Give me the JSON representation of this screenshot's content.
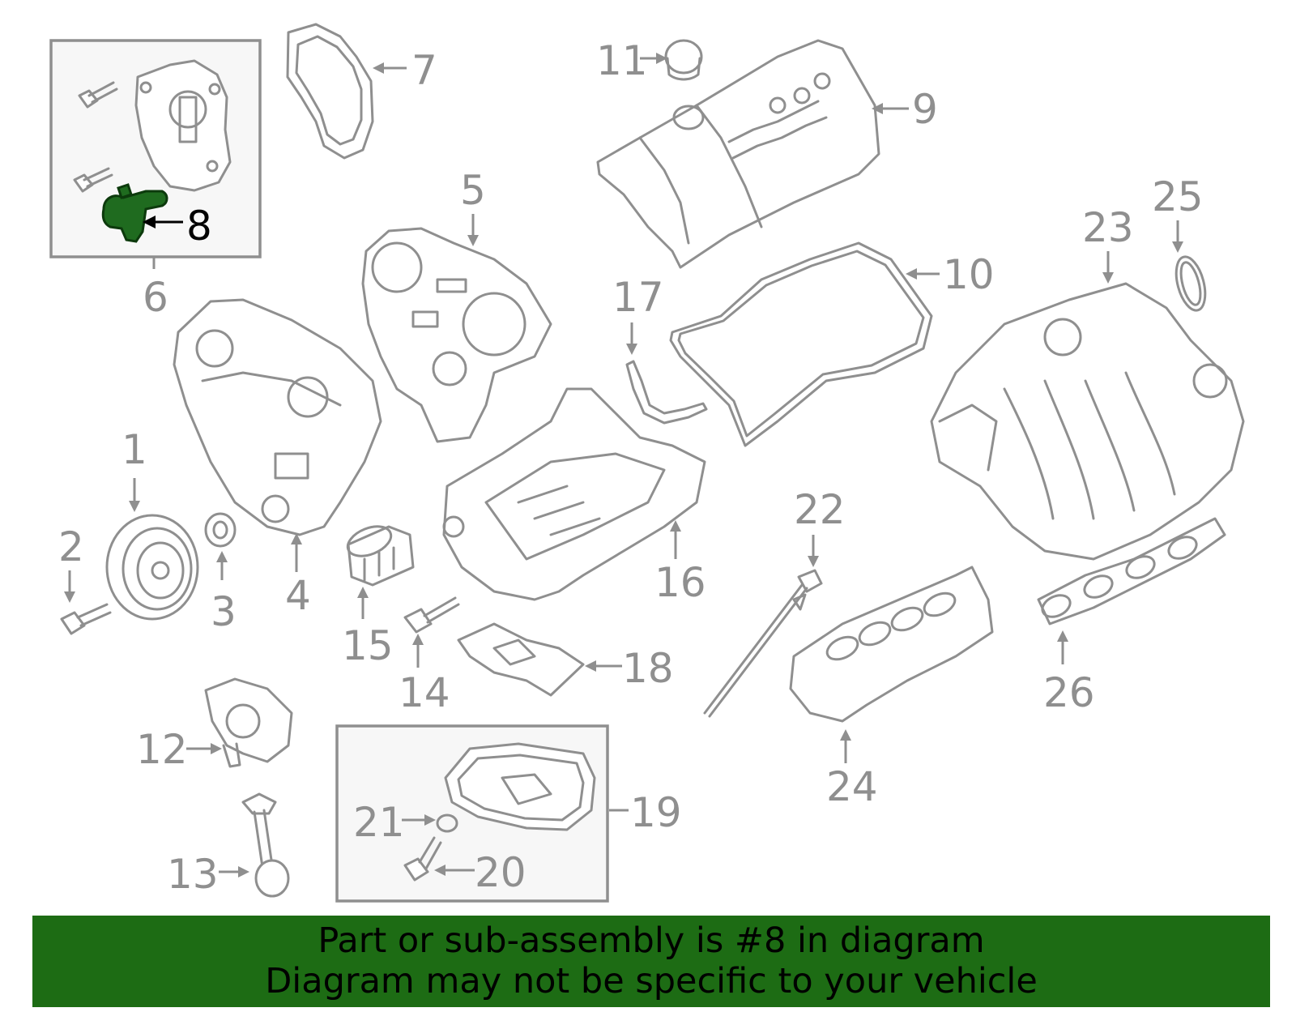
{
  "callouts": {
    "c1": "1",
    "c2": "2",
    "c3": "3",
    "c4": "4",
    "c5": "5",
    "c6": "6",
    "c7": "7",
    "c8": "8",
    "c9": "9",
    "c10": "10",
    "c11": "11",
    "c12": "12",
    "c13": "13",
    "c14": "14",
    "c15": "15",
    "c16": "16",
    "c17": "17",
    "c18": "18",
    "c19": "19",
    "c20": "20",
    "c21": "21",
    "c22": "22",
    "c23": "23",
    "c24": "24",
    "c25": "25",
    "c26": "26"
  },
  "highlight": {
    "part_number": "8",
    "color": "#1f6b1f"
  },
  "banner": {
    "line1": "Part or sub-assembly is #8 in diagram",
    "line2": "Diagram may not be specific to your vehicle",
    "background": "#1d6c14"
  }
}
